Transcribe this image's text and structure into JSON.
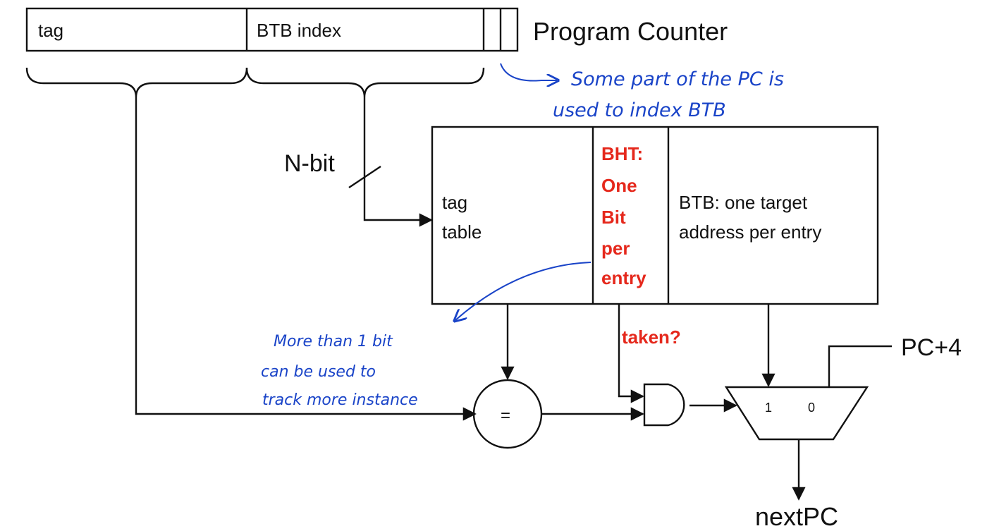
{
  "program_counter": {
    "tag_label": "tag",
    "index_label": "BTB index",
    "title": "Program Counter"
  },
  "bus": {
    "width_label": "N-bit"
  },
  "table": {
    "tag_table": [
      "tag",
      "table"
    ],
    "bht": [
      "BHT:",
      "One",
      "Bit",
      "per",
      "entry"
    ],
    "btb": [
      "BTB: one target",
      "address per entry"
    ]
  },
  "logic": {
    "comparator_symbol": "=",
    "taken_label": "taken?",
    "mux_input_1": "1",
    "mux_input_0": "0",
    "pc_plus_4": "PC+4",
    "next_pc": "nextPC"
  },
  "annotations": {
    "pc_note": [
      "Some part of the PC is",
      "used to index BTB"
    ],
    "bit_note": [
      "More than 1 bit",
      "can be used to",
      "track more instance"
    ]
  },
  "colors": {
    "line": "#111111",
    "bht_text": "#e5281c",
    "handwriting": "#1a44c8"
  }
}
